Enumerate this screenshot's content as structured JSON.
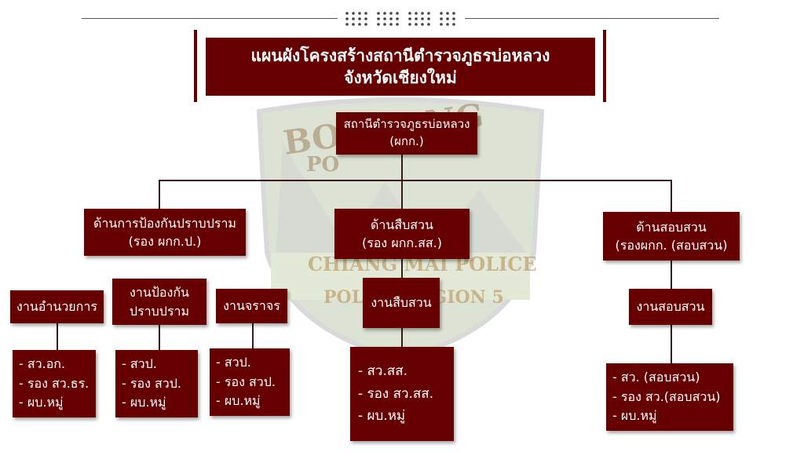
{
  "title": {
    "line1": "แผนผังโครงสร้างสถานีตำรวจภูธรบ่อหลวง",
    "line2": "จังหวัดเชียงใหม่"
  },
  "watermark": {
    "arc": "BO LUANG",
    "sub": "PO",
    "city": "CHIANG MAI POLICE",
    "region": "POLICE REGION 5"
  },
  "root": {
    "line1": "สถานีตำรวจภูธรบ่อหลวง",
    "line2": "(ผกก.)"
  },
  "divisions": [
    {
      "line1": "ด้านการป้องกันปราบปราม",
      "line2": "(รอง ผกก.ป.)",
      "units": [
        {
          "title": "งานอำนวยการ",
          "staff": [
            "- สว.อก.",
            "- รอง สว.ธร.",
            "- ผบ.หมู่"
          ]
        },
        {
          "title_line1": "งานป้องกัน",
          "title_line2": "ปราบปราม",
          "staff": [
            "- สวป.",
            "- รอง สวป.",
            "- ผบ.หมู่"
          ]
        },
        {
          "title": "งานจราจร",
          "staff": [
            "- สวป.",
            "- รอง สวป.",
            "- ผบ.หมู่"
          ]
        }
      ]
    },
    {
      "line1": "ด้านสืบสวน",
      "line2": "(รอง ผกก.สส.)",
      "units": [
        {
          "title": "งานสืบสวน",
          "staff": [
            "- สว.สส.",
            "- รอง สว.สส.",
            "- ผบ.หมู่"
          ]
        }
      ]
    },
    {
      "line1": "ด้านสอบสวน",
      "line2": "(รองผกก. (สอบสวน)",
      "units": [
        {
          "title": "งานสอบสวน",
          "staff": [
            "- สว. (สอบสวน)",
            "- รอง สว.(สอบสวน)",
            "- ผบ.หมู่"
          ]
        }
      ]
    }
  ],
  "colors": {
    "box": "#660000",
    "line": "#3a1a1a",
    "text": "#ffffff"
  }
}
